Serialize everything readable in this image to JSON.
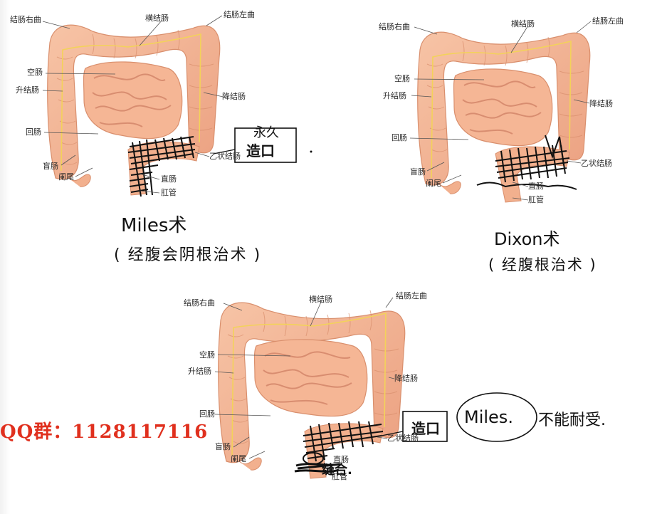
{
  "panels": [
    {
      "labels": {
        "right_flexure": "结肠右曲",
        "transverse": "横结肠",
        "left_flexure": "结肠左曲",
        "jejunum": "空肠",
        "ascending": "升结肠",
        "descending": "降结肠",
        "ileum": "回肠",
        "cecum": "盲肠",
        "appendix": "阑尾",
        "sigmoid": "乙状结肠",
        "rectum": "直肠",
        "anal_canal": "肛管"
      },
      "notes": {
        "box_line1": "永久",
        "box_line2": "造口",
        "name": "Miles术",
        "subtitle": "( 经腹会阴根治术 )"
      }
    },
    {
      "labels": {
        "right_flexure": "结肠右曲",
        "transverse": "横结肠",
        "left_flexure": "结肠左曲",
        "jejunum": "空肠",
        "ascending": "升结肠",
        "descending": "降结肠",
        "ileum": "回肠",
        "cecum": "盲肠",
        "appendix": "阑尾",
        "sigmoid": "乙状结肠",
        "rectum": "直肠",
        "anal_canal": "肛管"
      },
      "notes": {
        "name": "Dixon术",
        "subtitle": "( 经腹根治术 )"
      }
    },
    {
      "labels": {
        "right_flexure": "结肠右曲",
        "transverse": "横结肠",
        "left_flexure": "结肠左曲",
        "jejunum": "空肠",
        "ascending": "升结肠",
        "descending": "降结肠",
        "ileum": "回肠",
        "cecum": "盲肠",
        "appendix": "阑尾",
        "sigmoid": "乙状结肠",
        "rectum": "直肠",
        "anal_canal": "肛管"
      },
      "notes": {
        "box": "造口",
        "circle": "Miles.",
        "after_circle": "不能耐受.",
        "suture": "缝合."
      }
    }
  ],
  "watermark": "QQ群：1128117116",
  "colors": {
    "colon_fill": "#f2b08e",
    "colon_edge": "#d98f6d",
    "artery": "#f3d25a",
    "ink": "#111111",
    "watermark": "#e0301e"
  }
}
